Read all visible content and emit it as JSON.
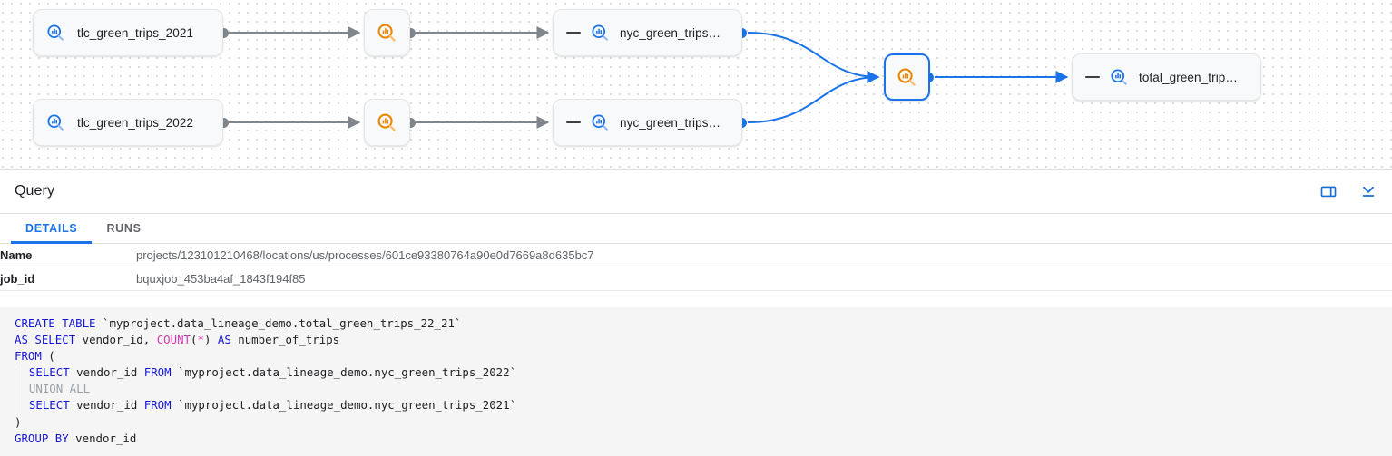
{
  "lineage": {
    "nodes": [
      {
        "id": "tlc-2021",
        "label": "tlc_green_trips_2021",
        "icon": "bigquery-table-icon",
        "kind": "table",
        "selected": false,
        "collapsible": false
      },
      {
        "id": "tlc-2022",
        "label": "tlc_green_trips_2022",
        "icon": "bigquery-table-icon",
        "kind": "table",
        "selected": false,
        "collapsible": false
      },
      {
        "id": "proc-2021",
        "label": "",
        "icon": "bigquery-process-icon",
        "kind": "process",
        "selected": false,
        "collapsible": false
      },
      {
        "id": "proc-2022",
        "label": "",
        "icon": "bigquery-process-icon",
        "kind": "process",
        "selected": false,
        "collapsible": false
      },
      {
        "id": "nyc-2021",
        "label": "nyc_green_trips…",
        "icon": "bigquery-table-icon",
        "kind": "table",
        "selected": false,
        "collapsible": true
      },
      {
        "id": "nyc-2022",
        "label": "nyc_green_trips…",
        "icon": "bigquery-table-icon",
        "kind": "table",
        "selected": false,
        "collapsible": true
      },
      {
        "id": "proc-total",
        "label": "",
        "icon": "bigquery-process-icon",
        "kind": "process",
        "selected": true,
        "collapsible": false
      },
      {
        "id": "total",
        "label": "total_green_trip…",
        "icon": "bigquery-table-icon",
        "kind": "table",
        "selected": false,
        "collapsible": true
      }
    ],
    "colors": {
      "table_icon": "#1a73e8",
      "process_icon": "#ea8600",
      "selected_border": "#1a73e8",
      "edge_grey": "#80868b",
      "edge_blue": "#1a73e8"
    }
  },
  "panel": {
    "title": "Query",
    "actions": [
      {
        "name": "split-panel-icon",
        "label": "Split panel"
      },
      {
        "name": "collapse-panel-icon",
        "label": "Collapse panel"
      }
    ],
    "tabs": [
      {
        "label": "DETAILS",
        "active": true
      },
      {
        "label": "RUNS",
        "active": false
      }
    ],
    "details": [
      {
        "key": "Name",
        "value": "projects/123101210468/locations/us/processes/601ce93380764a90e0d7669a8d635bc7"
      },
      {
        "key": "job_id",
        "value": "bquxjob_453ba4af_1843f194f85"
      }
    ]
  },
  "query": {
    "lines": [
      "CREATE TABLE `myproject.data_lineage_demo.total_green_trips_22_21`",
      "AS SELECT vendor_id, COUNT(*) AS number_of_trips",
      "FROM (",
      "  SELECT vendor_id FROM `myproject.data_lineage_demo.nyc_green_trips_2022`",
      "  UNION ALL",
      "  SELECT vendor_id FROM `myproject.data_lineage_demo.nyc_green_trips_2021`",
      ")",
      "GROUP BY vendor_id"
    ]
  }
}
